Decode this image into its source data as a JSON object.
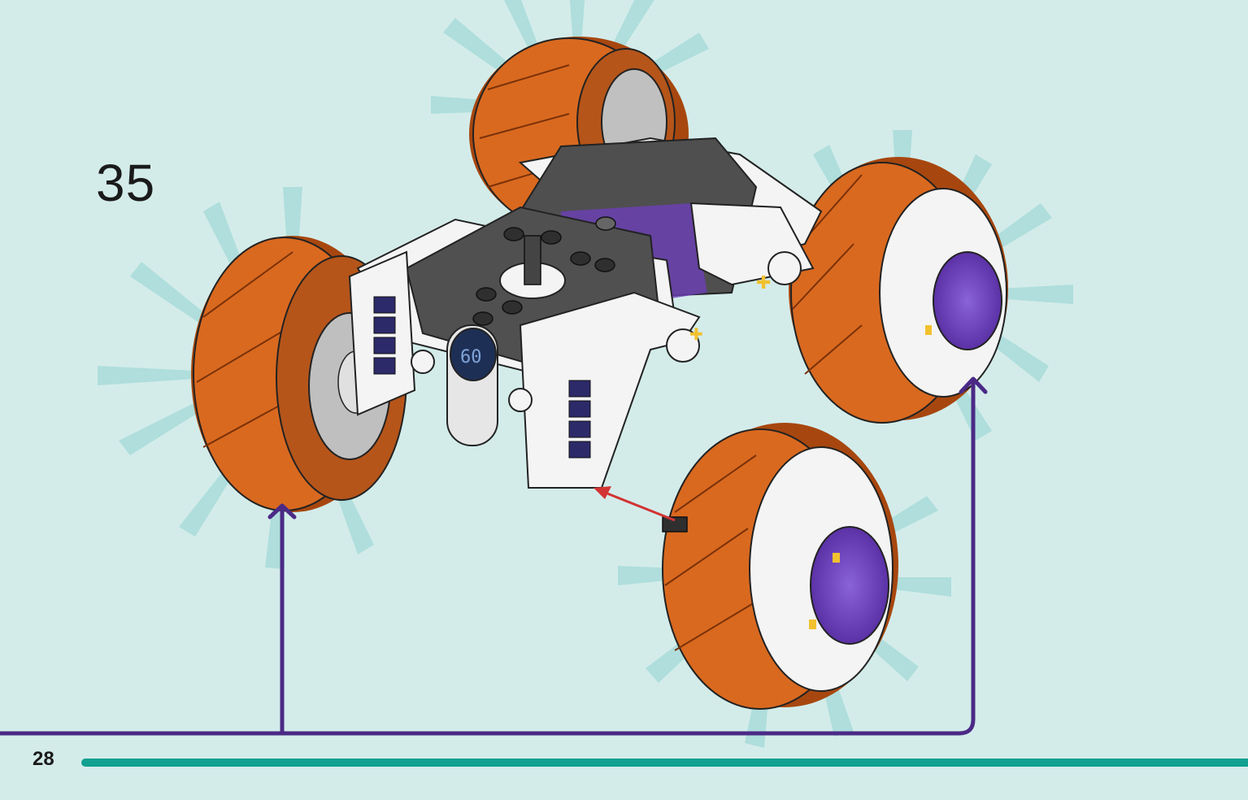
{
  "step": {
    "number": "35"
  },
  "footer": {
    "page_number": "28"
  },
  "illustration": {
    "display_text": "60"
  },
  "colors": {
    "background": "#d3ecea",
    "rays": "#9fd8d6",
    "tire_orange": "#d9691f",
    "tire_dark": "#a7470f",
    "frame_white": "#f4f4f4",
    "body_dark": "#505050",
    "accent_purple": "#6b3fb7",
    "callout_line": "#4b2a86",
    "move_arrow": "#d23434",
    "footer_rule": "#12a090"
  }
}
